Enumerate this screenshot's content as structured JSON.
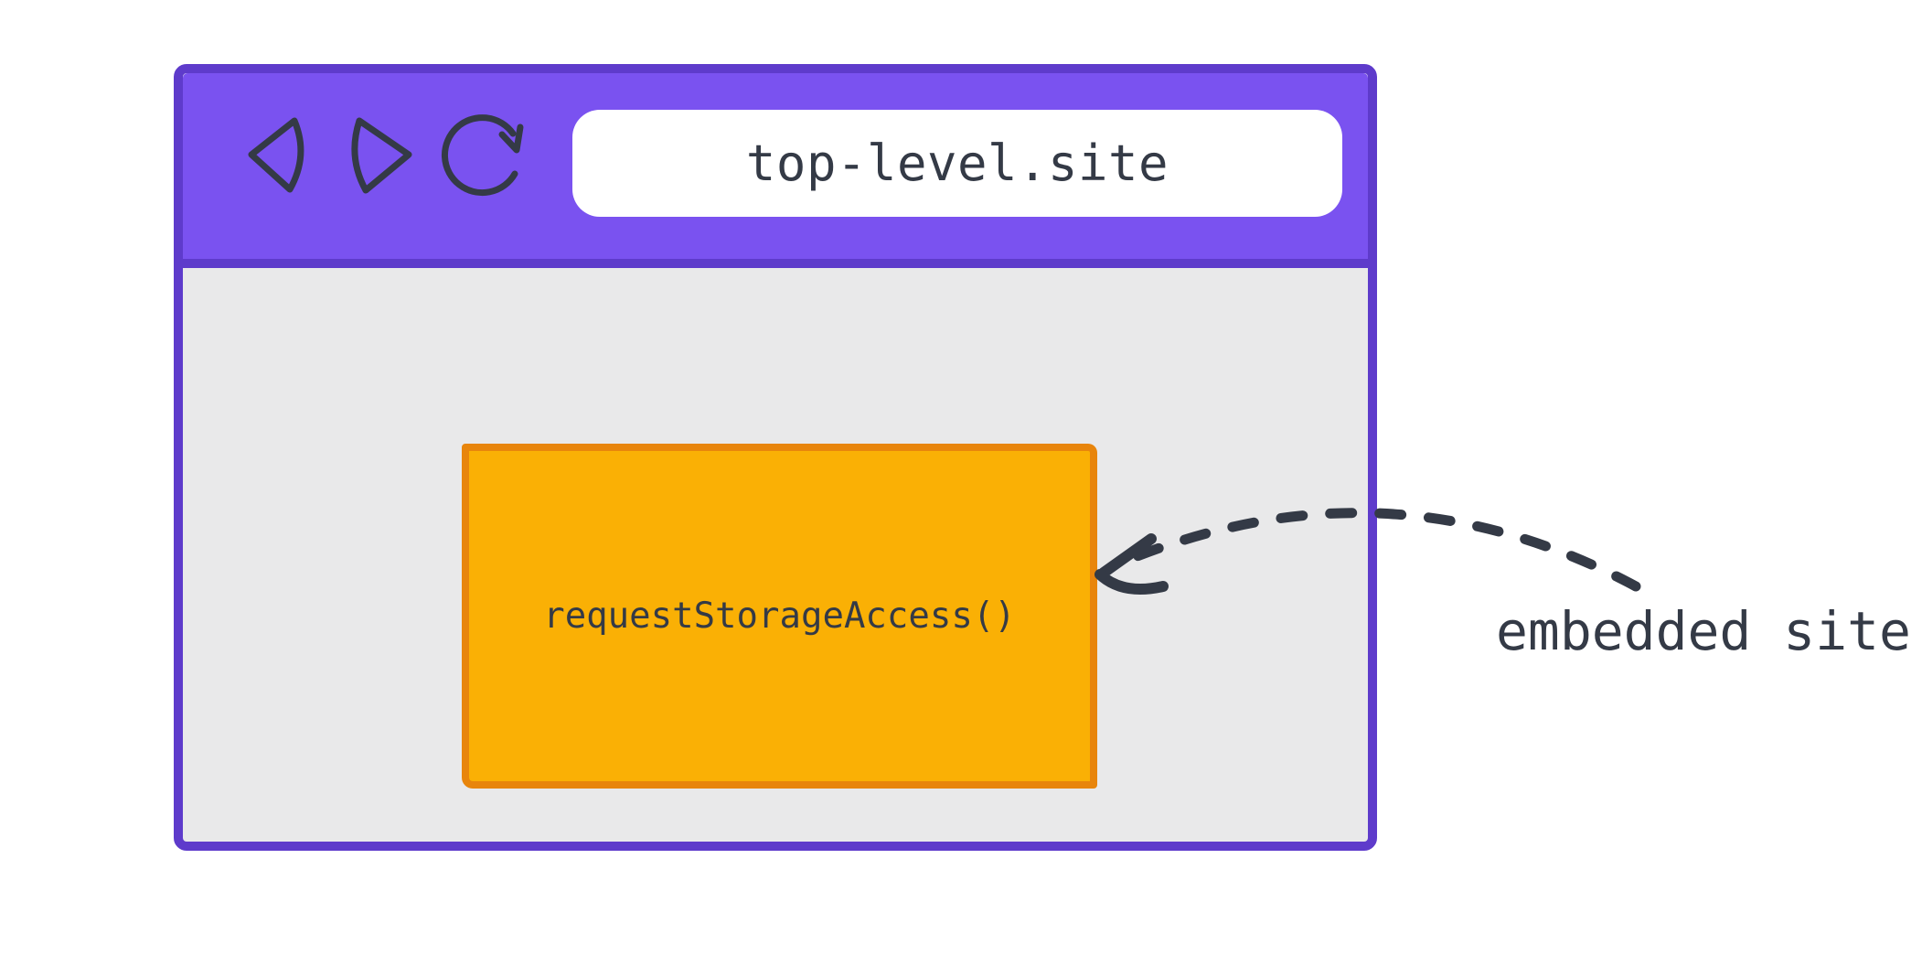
{
  "browser_window": {
    "url": "top-level.site",
    "toolbar_icons": [
      "back-arrow",
      "forward-arrow",
      "reload-arrow"
    ]
  },
  "embedded_frame": {
    "label": "requestStorageAccess()"
  },
  "annotation": {
    "label": "embedded site",
    "arrow_style": "dashed-curved-arrow"
  },
  "colors": {
    "page_bg": "#ffffff",
    "chrome_fill": "#7a52f0",
    "chrome_border": "#5e3bcb",
    "viewport_fill": "#e9e9ea",
    "address_bar_fill": "#ffffff",
    "iframe_fill": "#fab005",
    "iframe_border": "#e8850c",
    "ink": "#343a46"
  }
}
